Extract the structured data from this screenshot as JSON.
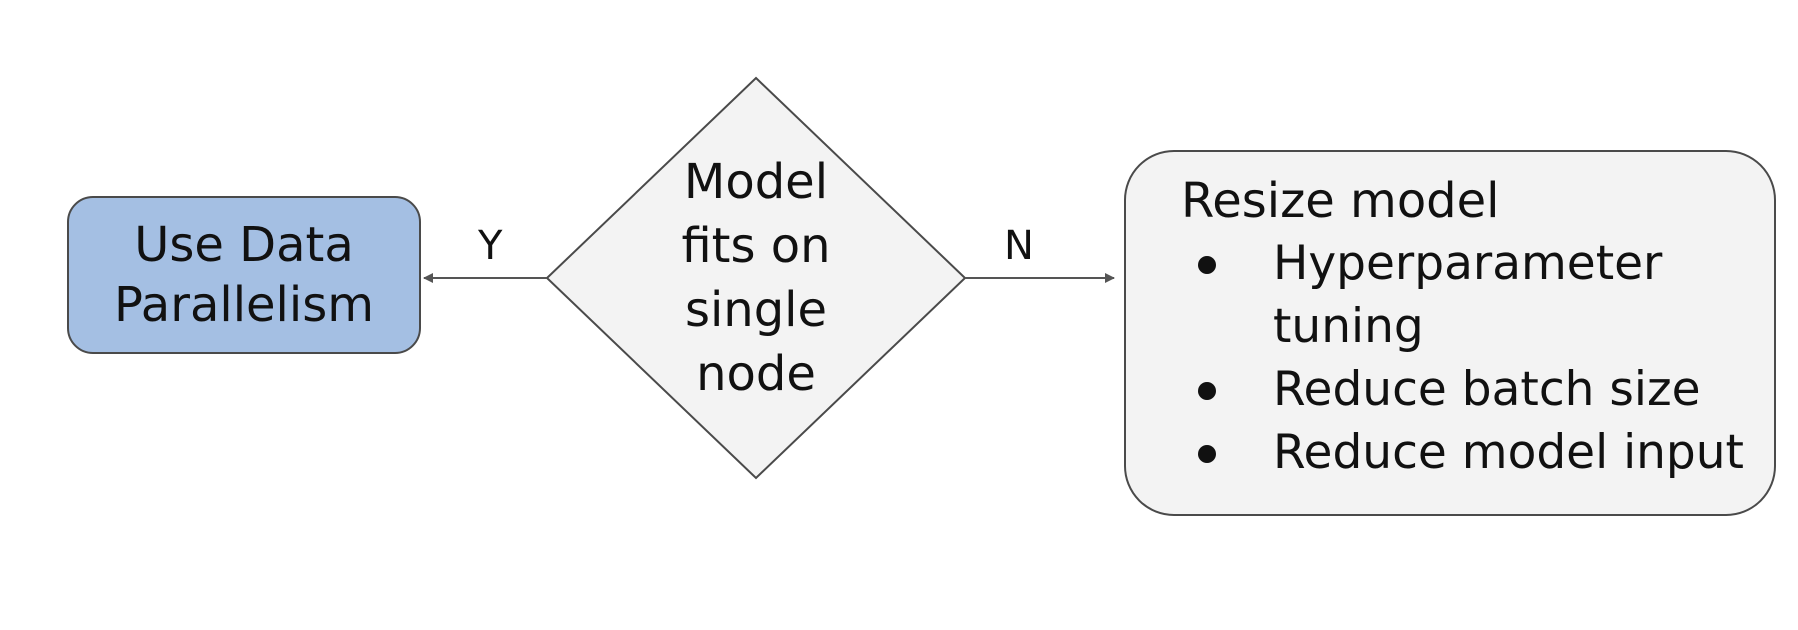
{
  "colors": {
    "left_box_fill": "#a4bfe3",
    "decision_fill": "#f3f3f3",
    "right_box_fill": "#f3f3f3",
    "stroke": "#4a4a4a",
    "arrow": "#555555",
    "text": "#111111"
  },
  "nodes": {
    "left": {
      "label": "Use Data\nParallelism"
    },
    "decision": {
      "label": "Model\nfits on\nsingle\nnode"
    },
    "right": {
      "title": "Resize model",
      "items": [
        {
          "label": "Hyperparameter tuning"
        },
        {
          "label": "Reduce batch size"
        },
        {
          "label": "Reduce model input"
        }
      ]
    }
  },
  "edges": {
    "yes": {
      "label": "Y"
    },
    "no": {
      "label": "N"
    }
  }
}
